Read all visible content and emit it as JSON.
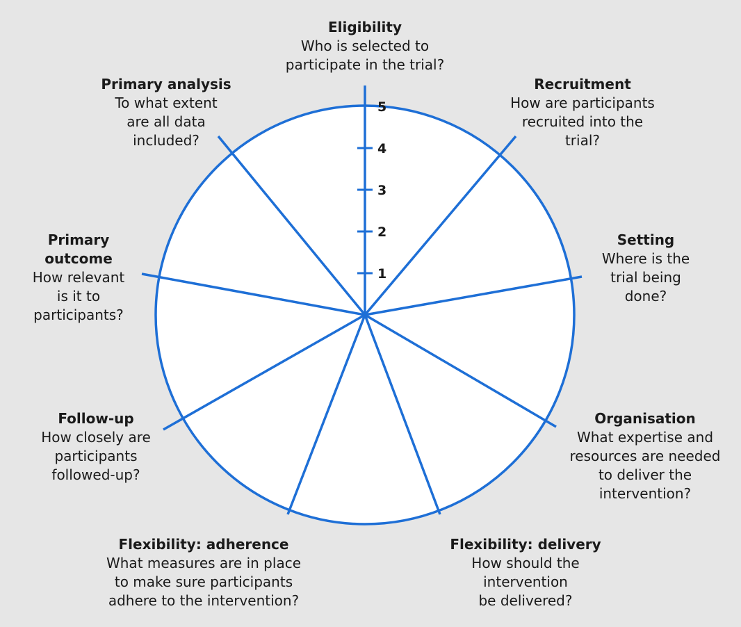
{
  "colors": {
    "accent": "#1e6fd6",
    "background": "#e6e6e6",
    "disc": "#ffffff"
  },
  "scale": {
    "ticks": [
      "1",
      "2",
      "3",
      "4",
      "5"
    ]
  },
  "domains": [
    {
      "title": "Eligibility",
      "question": "Who is selected to\nparticipate in the trial?"
    },
    {
      "title": "Recruitment",
      "question": "How are participants\nrecruited into the\ntrial?"
    },
    {
      "title": "Setting",
      "question": "Where is the\ntrial being\ndone?"
    },
    {
      "title": "Organisation",
      "question": "What expertise and\nresources are needed\nto deliver the\nintervention?"
    },
    {
      "title": "Flexibility: delivery",
      "question": "How should the\nintervention\nbe delivered?"
    },
    {
      "title": "Flexibility: adherence",
      "question": "What measures are in place\nto make sure participants\nadhere to the intervention?"
    },
    {
      "title": "Follow-up",
      "question": "How closely are\nparticipants\nfollowed-up?"
    },
    {
      "title": "Primary outcome",
      "question": "How relevant\nis it to\nparticipants?"
    },
    {
      "title": "Primary analysis",
      "question": "To what extent\nare all data\nincluded?"
    }
  ]
}
